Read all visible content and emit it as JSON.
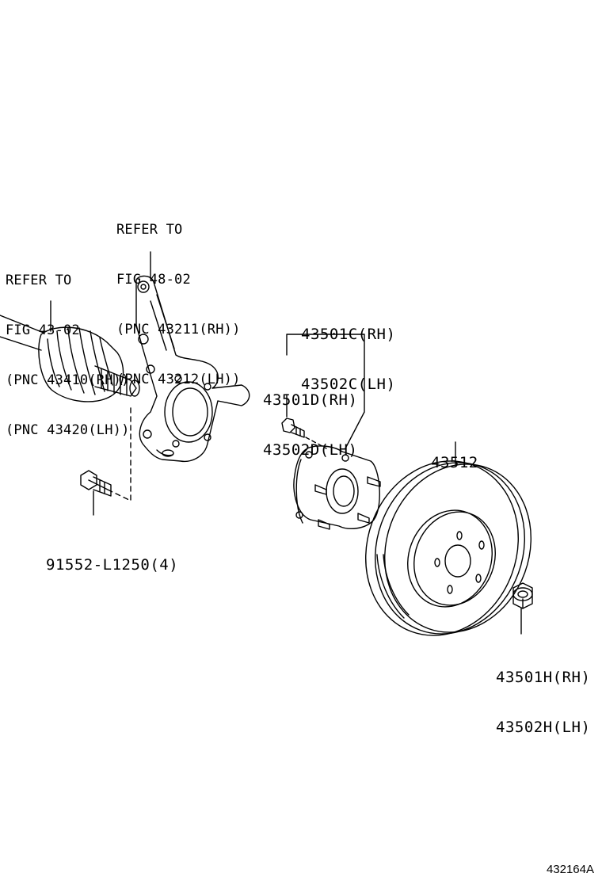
{
  "references": {
    "knuckle": {
      "line1": "REFER TO",
      "line2": "FIG 48-02",
      "line3": "(PNC 43211(RH))",
      "line4": "(PNC 43212(LH))"
    },
    "driveshaft": {
      "line1": "REFER TO",
      "line2": "FIG 43-02",
      "line3": "(PNC 43410(RH))",
      "line4": "(PNC 43420(LH))"
    }
  },
  "parts": {
    "hub_assembly_rh": "43501C(RH)",
    "hub_assembly_lh": "43502C(LH)",
    "hub_bolt_rh": "43501D(RH)",
    "hub_bolt_lh": "43502D(LH)",
    "disc": "43512",
    "knuckle_bolt": "91552-L1250(4)",
    "hub_nut_rh": "43501H(RH)",
    "hub_nut_lh": "43502H(LH)"
  },
  "illustration_number": "432164A"
}
